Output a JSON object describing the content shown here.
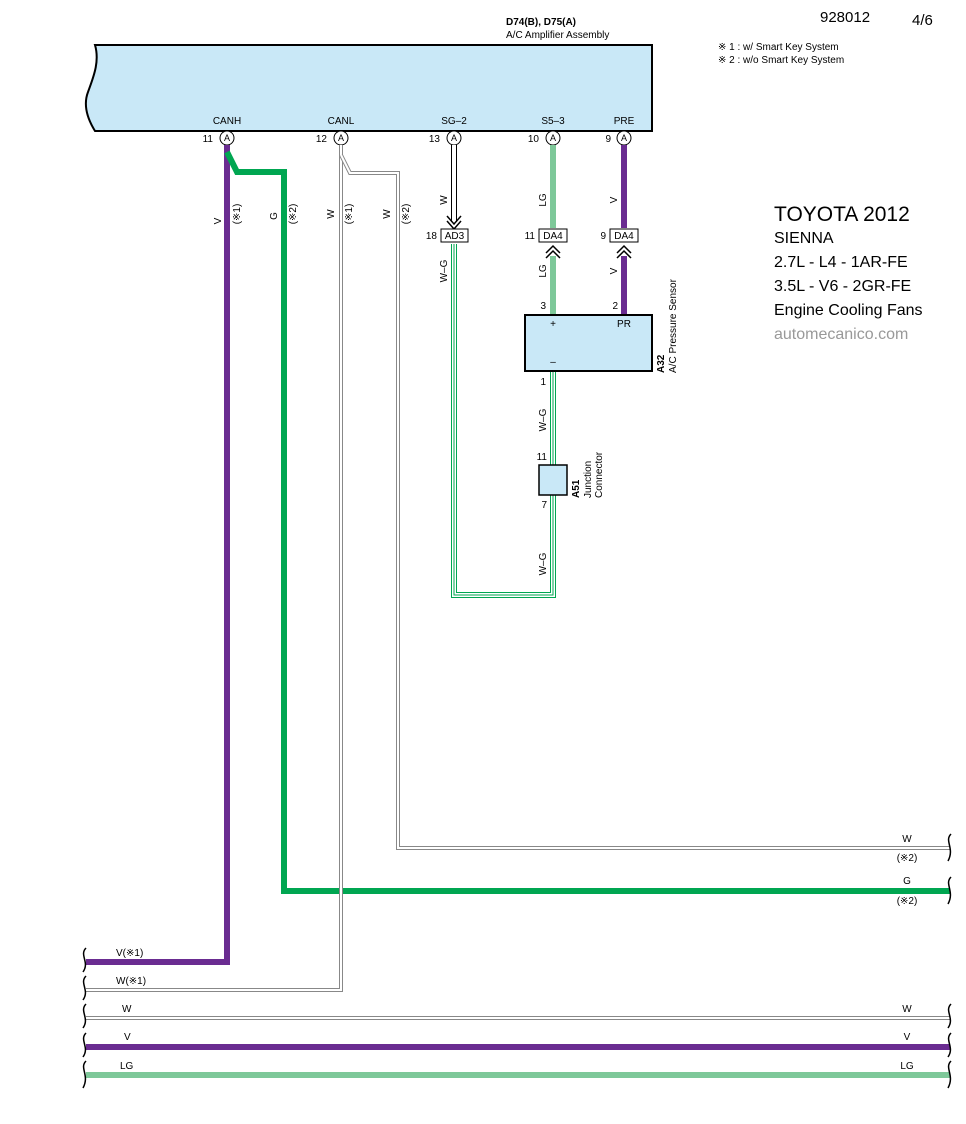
{
  "header": {
    "doc_number": "928012",
    "page": "4/6",
    "notes": [
      "※ 1 : w/ Smart Key System",
      "※ 2 : w/o Smart Key System"
    ]
  },
  "title_block": {
    "make_year": "TOYOTA 2012",
    "model": "SIENNA",
    "engine1": "2.7L - L4 - 1AR-FE",
    "engine2": "3.5L - V6 - 2GR-FE",
    "system": "Engine Cooling Fans",
    "site": "automecanico.com"
  },
  "colors": {
    "V": "#6a2c91",
    "G": "#00a651",
    "LG": "#7ec899",
    "W": "#ffffff",
    "component_fill": "#c9e8f7"
  },
  "amplifier": {
    "ids": "D74(B), D75(A)",
    "name": "A/C Amplifier Assembly",
    "connector": "A",
    "terminals": [
      {
        "pin": "11",
        "label": "CANH"
      },
      {
        "pin": "12",
        "label": "CANL"
      },
      {
        "pin": "13",
        "label": "SG–2"
      },
      {
        "pin": "10",
        "label": "S5–3"
      },
      {
        "pin": "9",
        "label": "PRE"
      }
    ]
  },
  "wire_labels": {
    "canh_v": "V",
    "canh_v_note": "(※1)",
    "canh_g": "G",
    "canh_g_note": "(※2)",
    "canl_w1": "W",
    "canl_w1_note": "(※1)",
    "canl_w2": "W",
    "canl_w2_note": "(※2)",
    "sg2_w": "W",
    "sg2_wg": "W–G",
    "s53_lg_top": "LG",
    "s53_lg_bottom": "LG",
    "pre_v_top": "V",
    "pre_v_bottom": "V",
    "sensor_wg_top": "W–G",
    "sensor_wg_bottom": "W–G"
  },
  "connectors": [
    {
      "pin": "18",
      "name": "AD3"
    },
    {
      "pin": "11",
      "name": "DA4"
    },
    {
      "pin": "9",
      "name": "DA4"
    }
  ],
  "sensor": {
    "id": "A32",
    "name": "A/C Pressure Sensor",
    "pin_plus": "3",
    "pin_pr": "2",
    "pin_minus": "1",
    "label_plus": "+",
    "label_pr": "PR",
    "label_minus": "–"
  },
  "junction": {
    "id": "A51",
    "name_line1": "Junction",
    "name_line2": "Connector",
    "pin_top": "11",
    "pin_bottom": "7"
  },
  "right_edge": {
    "w_label": "W",
    "w_note": "(※2)",
    "g_label": "G",
    "g_note": "(※2)"
  },
  "bottom_bus": {
    "v_left": "V(※1)",
    "w_left_note": "W(※1)",
    "w_left": "W",
    "w_right": "W",
    "v2_left": "V",
    "v2_right": "V",
    "lg_left": "LG",
    "lg_right": "LG"
  }
}
